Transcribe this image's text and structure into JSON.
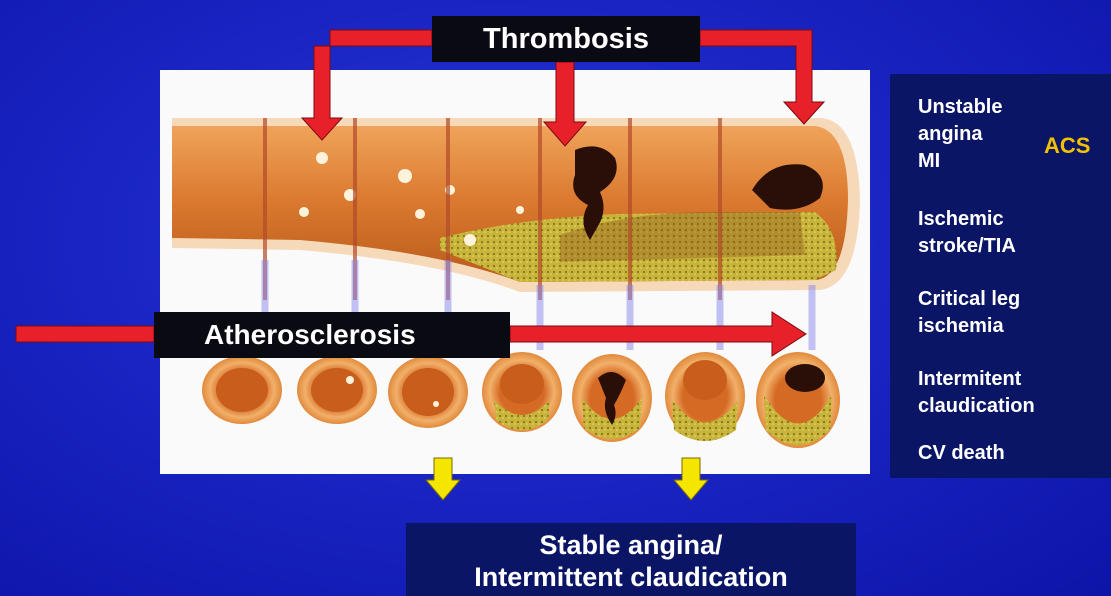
{
  "labels": {
    "thrombosis": "Thrombosis",
    "atherosclerosis": "Atherosclerosis",
    "stable": "Stable angina/\nIntermittent claudication"
  },
  "outcomes": [
    {
      "text": "Unstable\nangina\nMI"
    },
    {
      "text": "Ischemic\nstroke/TIA"
    },
    {
      "text": "Critical leg\nischemia"
    },
    {
      "text": "Intermitent\nclaudication"
    },
    {
      "text": "CV death"
    }
  ],
  "acs_label": "ACS",
  "colors": {
    "background": "#1a25c4",
    "arrow_red": "#e8202a",
    "arrow_yellow": "#f5e600",
    "label_bg": "#0a0a12",
    "panel_bg": "#0b1566",
    "acs_bracket": "#f2c200",
    "artery_wall": "#d9782e",
    "plaque": "#c8b43a",
    "thrombus": "#2a0f08"
  }
}
